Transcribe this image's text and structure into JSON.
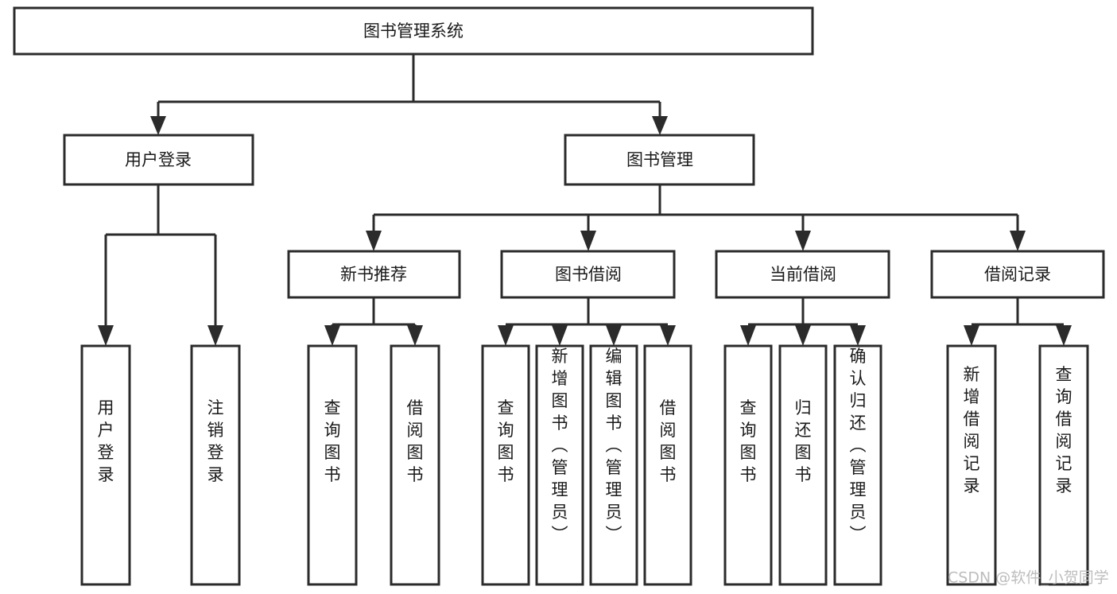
{
  "diagram": {
    "title": "图书管理系统",
    "type": "tree-hierarchy",
    "root": {
      "label": "图书管理系统"
    },
    "level2": [
      {
        "label": "用户登录"
      },
      {
        "label": "图书管理"
      }
    ],
    "level3": [
      {
        "label": "新书推荐"
      },
      {
        "label": "图书借阅"
      },
      {
        "label": "当前借阅"
      },
      {
        "label": "借阅记录"
      }
    ],
    "leaves": {
      "user_login": [
        {
          "label": "用户登录"
        },
        {
          "label": "注销登录"
        }
      ],
      "new_book_recommend": [
        {
          "label": "查询图书"
        },
        {
          "label": "借阅图书"
        }
      ],
      "book_borrow": [
        {
          "label": "查询图书"
        },
        {
          "label": "新增图书（管理员）"
        },
        {
          "label": "编辑图书（管理员）"
        },
        {
          "label": "借阅图书"
        }
      ],
      "current_borrow": [
        {
          "label": "查询图书"
        },
        {
          "label": "归还图书"
        },
        {
          "label": "确认归还（管理员）"
        }
      ],
      "borrow_record": [
        {
          "label": "新增借阅记录"
        },
        {
          "label": "查询借阅记录"
        }
      ]
    }
  },
  "watermark": {
    "text": "CSDN @软件_小贺同学"
  },
  "colors": {
    "stroke": "#2b2b2b",
    "fill": "#ffffff",
    "text": "#1a1a1a",
    "watermark": "#bdbdbd"
  }
}
